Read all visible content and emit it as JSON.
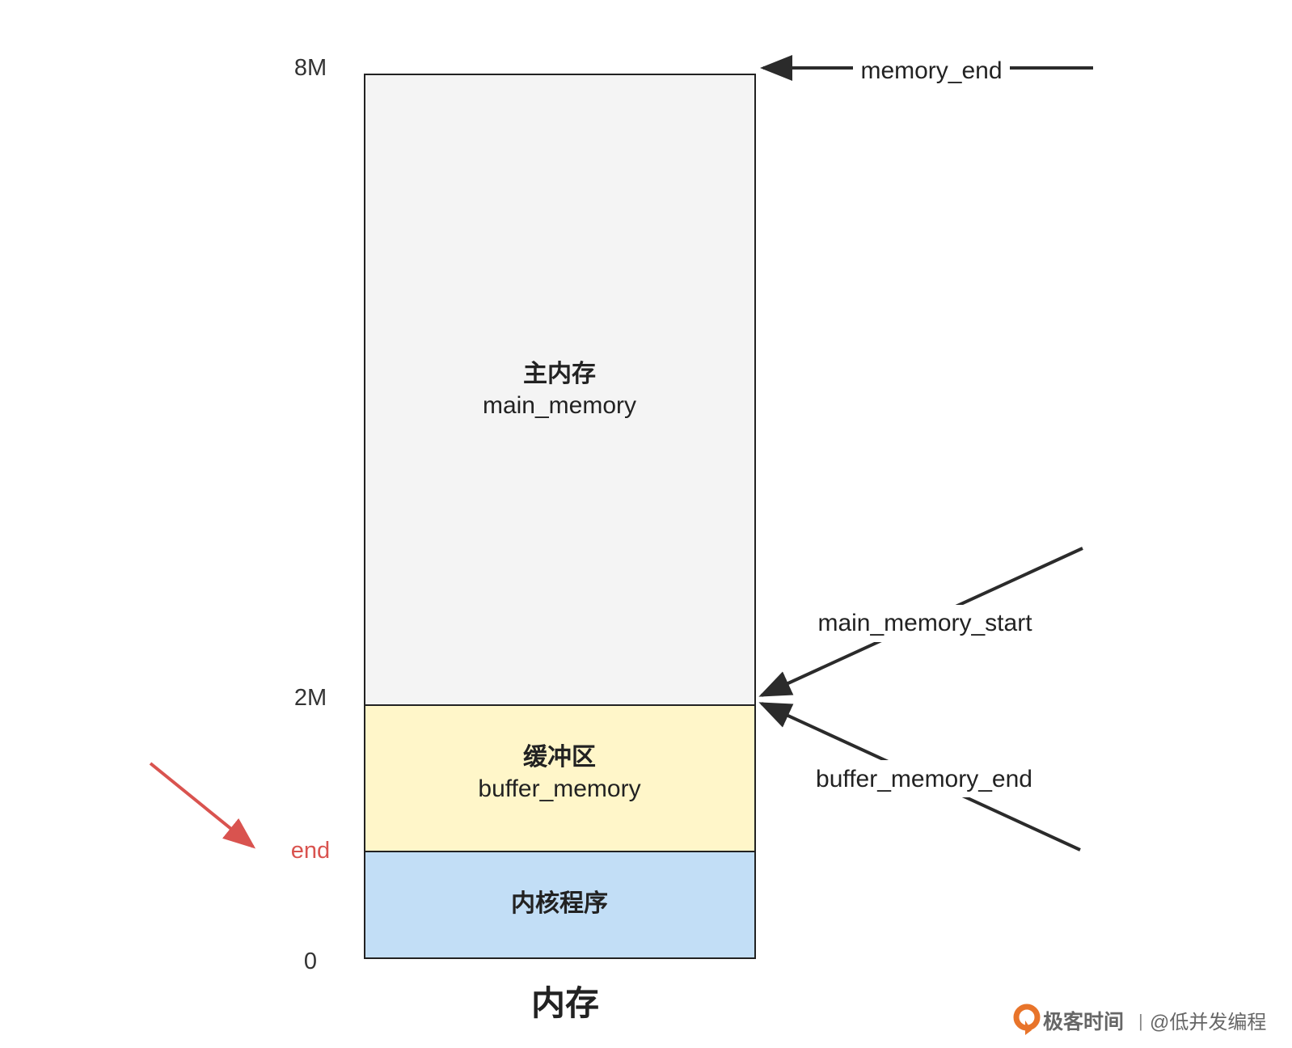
{
  "axis_labels": {
    "top": "8M",
    "mid": "2M",
    "end": "end",
    "bottom": "0"
  },
  "regions": {
    "main": {
      "cn": "主内存",
      "en": "main_memory",
      "fill": "#f4f4f4"
    },
    "buffer": {
      "cn": "缓冲区",
      "en": "buffer_memory",
      "fill": "#fff6c9"
    },
    "kernel": {
      "cn": "内核程序",
      "fill": "#c2def6"
    }
  },
  "pointers": {
    "memory_end": "memory_end",
    "main_memory_start": "main_memory_start",
    "buffer_memory_end": "buffer_memory_end"
  },
  "title": "内存",
  "colors": {
    "end_marker": "#d9534f",
    "arrow": "#2b2b2b"
  },
  "watermark": {
    "brand": "极客时间",
    "separator": "|",
    "author": "@低并发编程"
  }
}
